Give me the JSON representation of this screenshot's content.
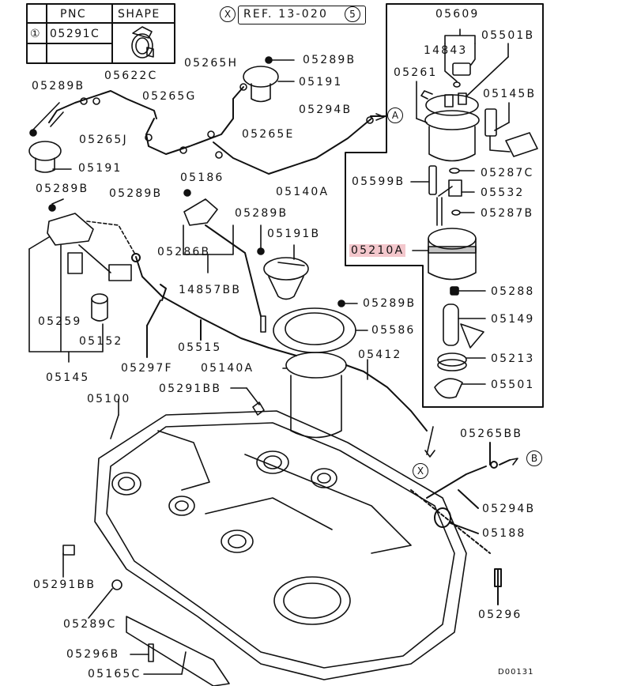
{
  "legend_table": {
    "headers": [
      "",
      "PNC",
      "SHAPE"
    ],
    "rows": [
      {
        "marker": "①",
        "pnc": "05291C",
        "shape_icon": "hose-clamp-icon"
      },
      {
        "marker": "",
        "pnc": "",
        "shape_icon": ""
      }
    ]
  },
  "reference": {
    "marker": "X",
    "text": "REF. 13-020",
    "sub_marker": "5"
  },
  "connection_markers": {
    "a": "A",
    "b": "B",
    "x": "X"
  },
  "figure_code": "D00131",
  "highlighted_part": "05210A",
  "parts": {
    "p05609": "05609",
    "p14843": "14843",
    "p05501B": "05501B",
    "p05261": "05261",
    "p05145B": "05145B",
    "p05599B": "05599B",
    "p05287C": "05287C",
    "p05532": "05532",
    "p05287B": "05287B",
    "p05210A": "05210A",
    "p05288": "05288",
    "p05149": "05149",
    "p05213": "05213",
    "p05501": "05501",
    "p05265H": "05265H",
    "p05289B_top": "05289B",
    "p05191_top": "05191",
    "p05289B_left": "05289B",
    "p05622C": "05622C",
    "p05265G": "05265G",
    "p05294B_top": "05294B",
    "p05265J": "05265J",
    "p05265E": "05265E",
    "p05191_left": "05191",
    "p05186": "05186",
    "p05289B_left2": "05289B",
    "p05289B_mid": "05289B",
    "p05140A_top": "05140A",
    "p05289B_mid2": "05289B",
    "p05191B": "05191B",
    "p05286B": "05286B",
    "p14857BB": "14857BB",
    "p05289B_right": "05289B",
    "p05586": "05586",
    "p05259": "05259",
    "p05152": "05152",
    "p05515": "05515",
    "p05412": "05412",
    "p05145": "05145",
    "p05297F": "05297F",
    "p05140A_mid": "05140A",
    "p05291BB_top": "05291BB",
    "p05100": "05100",
    "p05265BB": "05265BB",
    "p05294B_bottom": "05294B",
    "p05188": "05188",
    "p05291BB_left": "05291BB",
    "p05289C": "05289C",
    "p05296": "05296",
    "p05296B": "05296B",
    "p05165C": "05165C"
  }
}
